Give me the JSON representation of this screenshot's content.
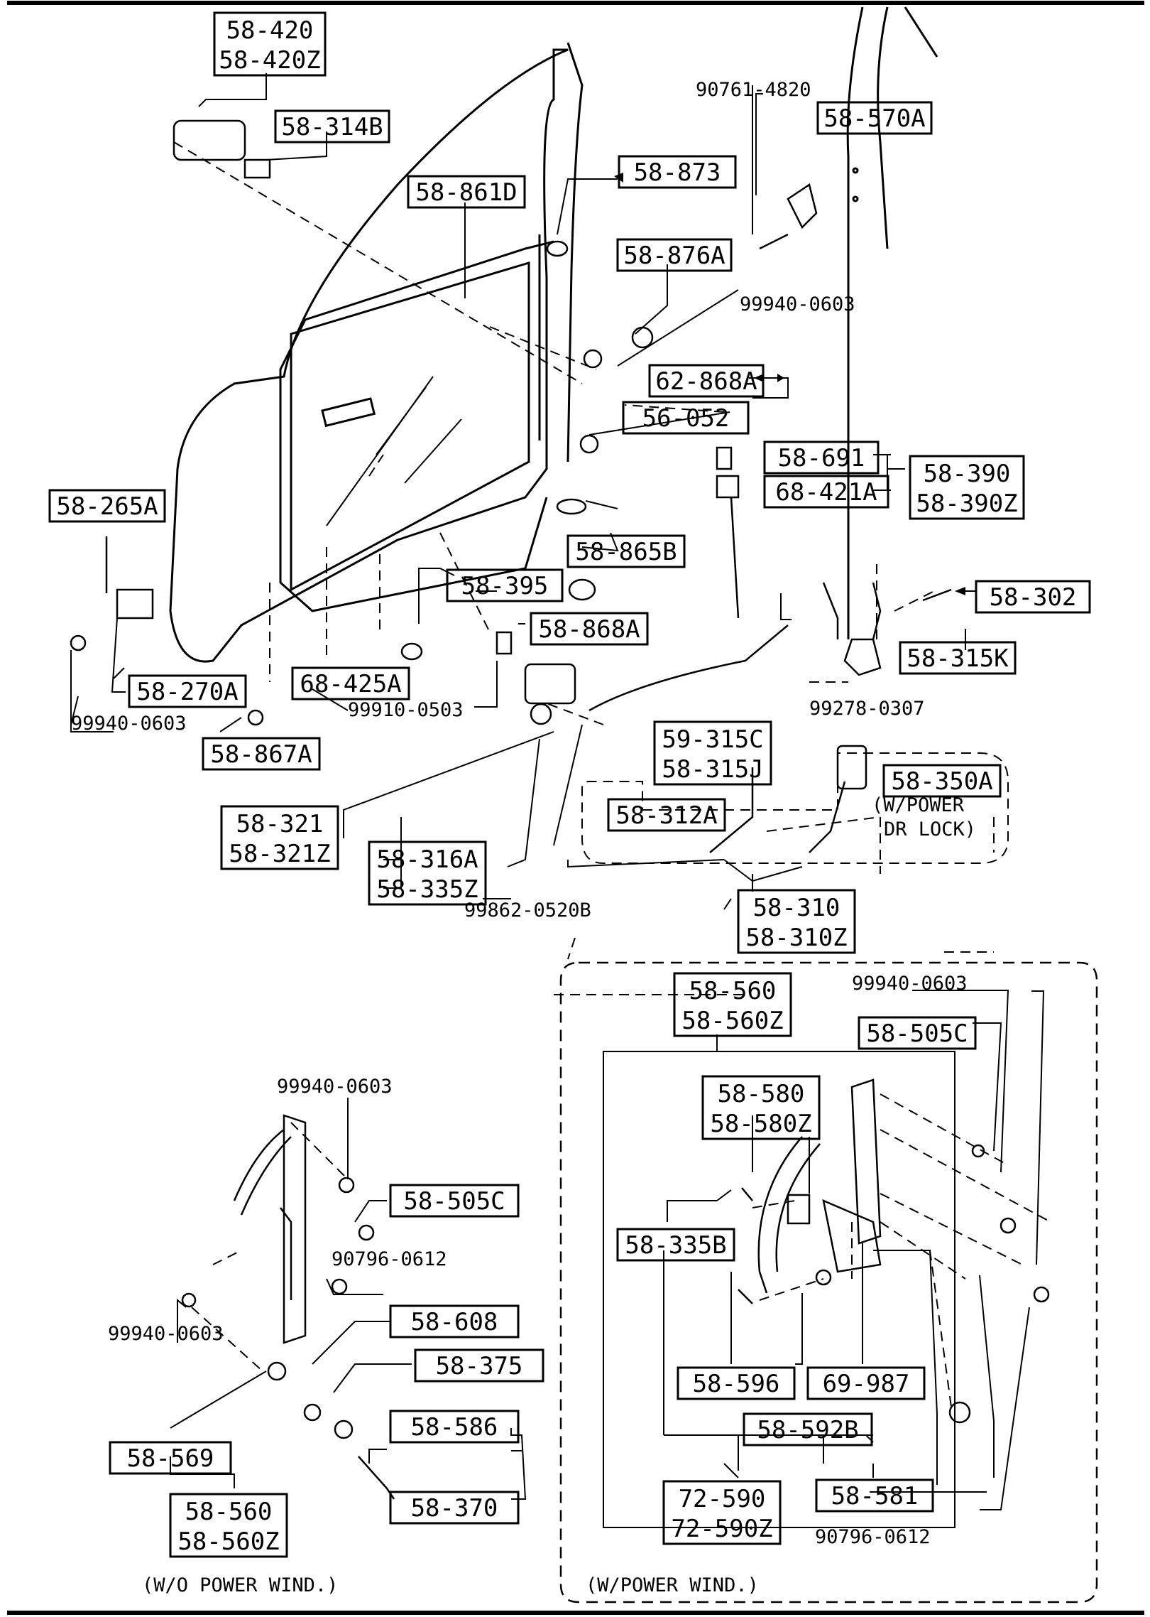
{
  "diagram": {
    "boxed_labels": [
      "58-420",
      "58-420Z",
      "58-314B",
      "58-861D",
      "58-873",
      "58-876A",
      "58-570A",
      "62-868A",
      "56-052",
      "58-691",
      "68-421A",
      "58-390",
      "58-390Z",
      "58-265A",
      "58-865B",
      "58-395",
      "58-868A",
      "58-302",
      "58-315K",
      "58-270A",
      "68-425A",
      "58-867A",
      "59-315C",
      "58-315J",
      "58-350A",
      "58-312A",
      "58-321",
      "58-321Z",
      "58-316A",
      "58-335Z",
      "58-310",
      "58-310Z",
      "58-560",
      "58-560Z",
      "58-505C",
      "58-580",
      "58-580Z",
      "58-335B",
      "58-596",
      "69-987",
      "58-592B",
      "72-590",
      "72-590Z",
      "58-581",
      "58-505C",
      "58-608",
      "58-375",
      "58-586",
      "58-370",
      "58-569",
      "58-560",
      "58-560Z"
    ],
    "plain_labels": [
      "90761-4820",
      "99940-0603",
      "99278-0307",
      "99910-0503",
      "99940-0603",
      "99862-0520B",
      "99940-0603",
      "90796-0612",
      "99940-0603",
      "90796-0612",
      "99940-0603"
    ],
    "notes": [
      "(W/POWER",
      "DR LOCK)",
      "(W/POWER WIND.)",
      "(W/O POWER WIND.)"
    ]
  }
}
